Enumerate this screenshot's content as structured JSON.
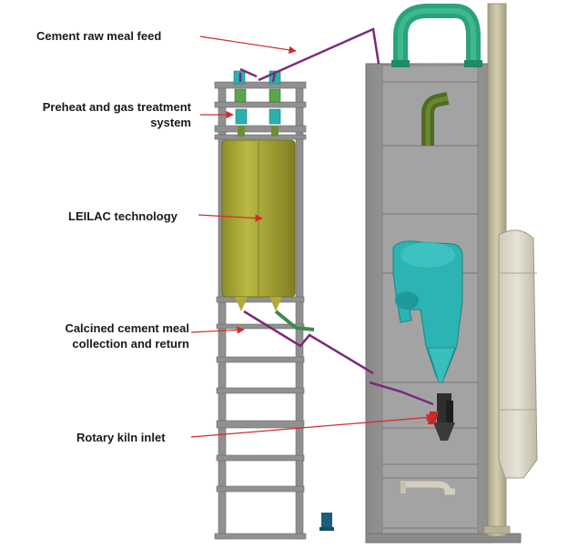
{
  "labels": {
    "raw_meal_feed": "Cement raw meal feed",
    "preheat_line1": "Preheat and gas treatment",
    "preheat_line2": "system",
    "leilac": "LEILAC technology",
    "calcined_line1": "Calcined cement meal",
    "calcined_line2": "collection and return",
    "kiln_inlet": "Rotary kiln inlet"
  },
  "colors": {
    "steel_frame": "#8f8f8f",
    "tower_body": "#9c9c9c",
    "reactor": "#a8a83a",
    "cyclones": "#2bb5b5",
    "duct_green": "#3aa06a",
    "feed_pipe": "#7a2a7a",
    "arrow_red": "#d42a2a",
    "stack": "#c8c2a0",
    "scrubber": "#d9d6c6"
  },
  "icons": [
    "arrow-icon"
  ]
}
